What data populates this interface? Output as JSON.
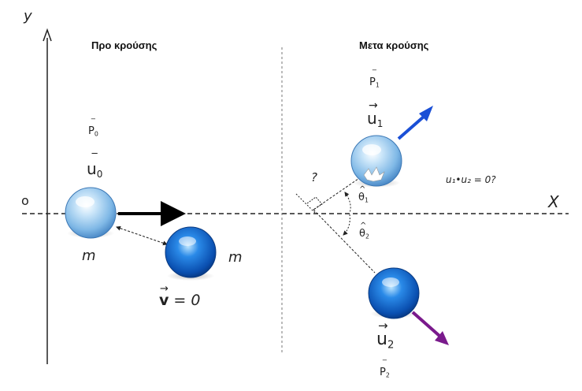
{
  "axes": {
    "y_label": "y",
    "x_label": "X",
    "origin_label": "o"
  },
  "titles": {
    "before": "Προ κρούσης",
    "after": "Μετα κρούσης"
  },
  "before": {
    "momentum_label": {
      "base": "P",
      "sub": "0"
    },
    "velocity_label": {
      "base": "u",
      "sub": "0"
    },
    "mass_moving": "m",
    "mass_target": "m",
    "target_velocity": {
      "base": "v",
      "rest": " = 0"
    }
  },
  "after": {
    "momentum_1": {
      "base": "P",
      "sub": "1"
    },
    "velocity_1": {
      "base": "u",
      "sub": "1"
    },
    "momentum_2": {
      "base": "P",
      "sub": "2"
    },
    "velocity_2": {
      "base": "u",
      "sub": "2"
    },
    "theta_1": {
      "base": "θ",
      "sub": "1"
    },
    "theta_2": {
      "base": "θ",
      "sub": "2"
    },
    "right_angle_question": "?",
    "dot_product_question": "u₁•u₂ = 0?"
  },
  "colors": {
    "ball_light": "#9fd0f2",
    "ball_dark": "#1560c8",
    "arrow_u1": "#1a4fd6",
    "arrow_u2": "#7a1a8c",
    "arrow_u0": "#000000"
  }
}
